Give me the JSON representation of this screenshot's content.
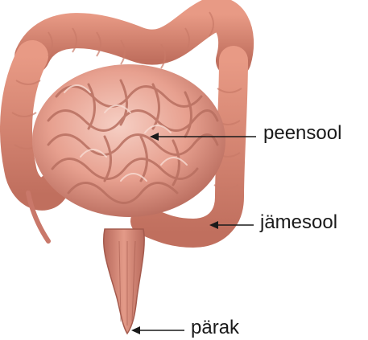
{
  "labels": {
    "small_intestine": "peensool",
    "large_intestine": "jämesool",
    "rectum": "pärak"
  },
  "colors": {
    "background": "#ffffff",
    "intestine_tissue": "#e7a08f",
    "intestine_shadow": "#b5685a",
    "colon_tissue": "#d98672",
    "rectum_tissue": "#c9786a",
    "leader_line": "#1a1a1a",
    "label_text": "#1a1a1a"
  }
}
